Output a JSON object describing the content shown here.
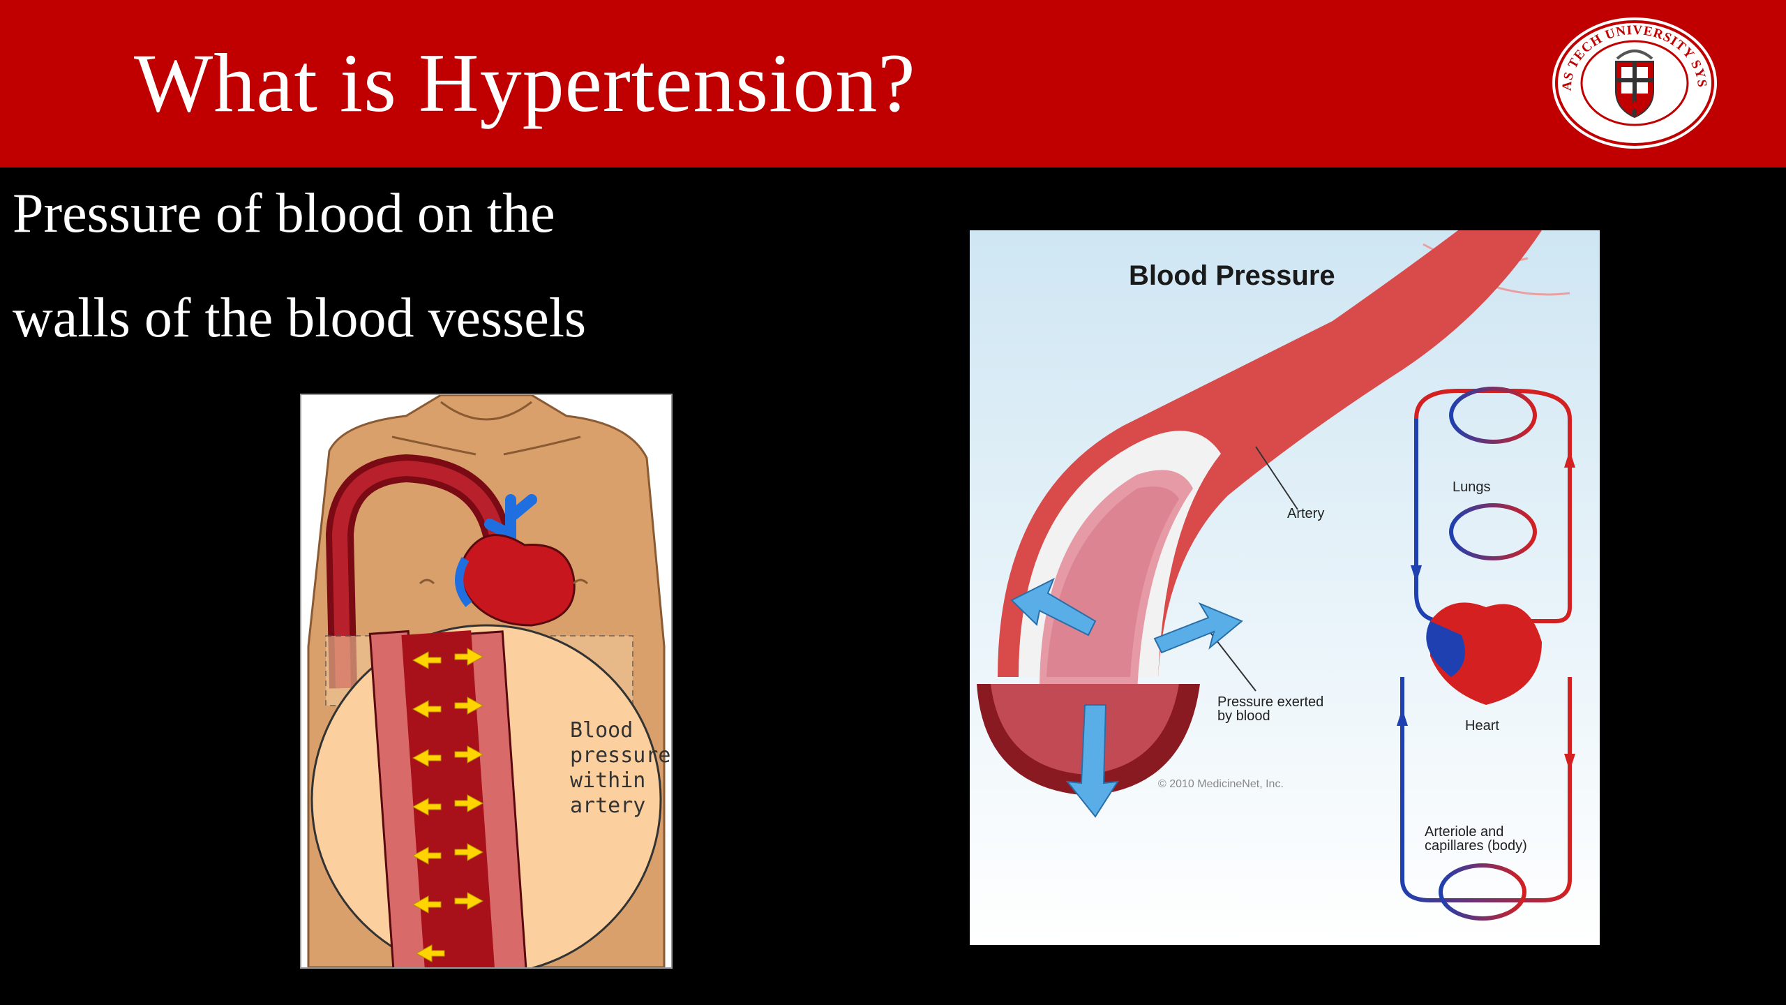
{
  "slide": {
    "title": "What is Hypertension?",
    "body_lines": [
      "Pressure of blood on the",
      "walls of the blood vessels"
    ]
  },
  "logo": {
    "ring_text": "TEXAS TECH UNIVERSITY SYSTEM",
    "brand_color": "#c00000"
  },
  "left_figure": {
    "caption_lines": [
      "Blood",
      "pressure",
      "within",
      "artery"
    ]
  },
  "right_figure": {
    "title": "Blood Pressure",
    "labels": {
      "artery": "Artery",
      "pressure_line1": "Pressure exerted",
      "pressure_line2": "by blood",
      "lungs": "Lungs",
      "heart": "Heart",
      "arteriole_line1": "Arteriole and",
      "arteriole_line2": "capillares (body)",
      "copyright": "© 2010 MedicineNet, Inc."
    }
  },
  "colors": {
    "header_red": "#c00000",
    "background": "#000000",
    "text": "#ffffff"
  }
}
